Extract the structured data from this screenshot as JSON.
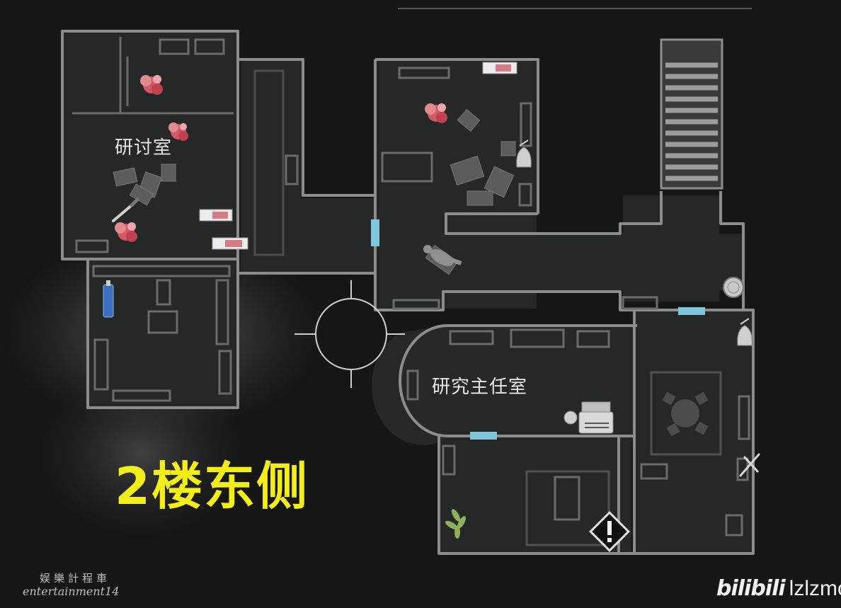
{
  "floor_title": "2楼东侧",
  "rooms": {
    "seminar": "研讨室",
    "director": "研究主任室"
  },
  "watermark": {
    "cn": "娱樂計程車",
    "en": "entertainment14"
  },
  "uploader": {
    "platform": "bilibili",
    "user": "lzlzmc"
  },
  "icons": [
    "herb-red-icon",
    "ammo-box-icon",
    "knife-icon",
    "ink-ribbon-icon",
    "typewriter-icon",
    "coin-icon",
    "bag-icon",
    "crank-icon",
    "zombie-icon",
    "warning-icon",
    "herb-green-icon",
    "door-icon",
    "reticle-icon"
  ],
  "colors": {
    "background": "#161616",
    "wall": "#8a8d8c",
    "door": "#7ec6dc",
    "title": "#f2ee1a",
    "herb_red": "#d45868"
  }
}
